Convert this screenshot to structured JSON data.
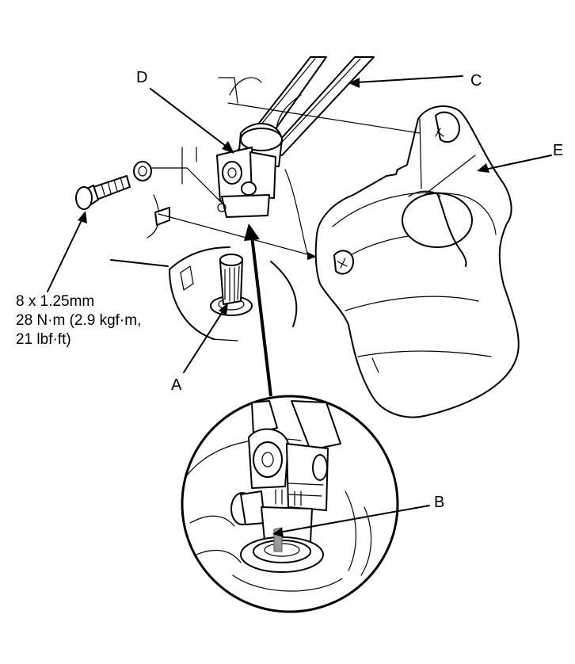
{
  "labels": {
    "a": "A",
    "b": "B",
    "c": "C",
    "d": "D",
    "e": "E"
  },
  "spec": {
    "line1": "8 x 1.25mm",
    "line2": "28 N·m (2.9 kgf·m,",
    "line3": "21 lbf·ft)"
  },
  "colors": {
    "ink": "#000000",
    "background": "#ffffff"
  }
}
